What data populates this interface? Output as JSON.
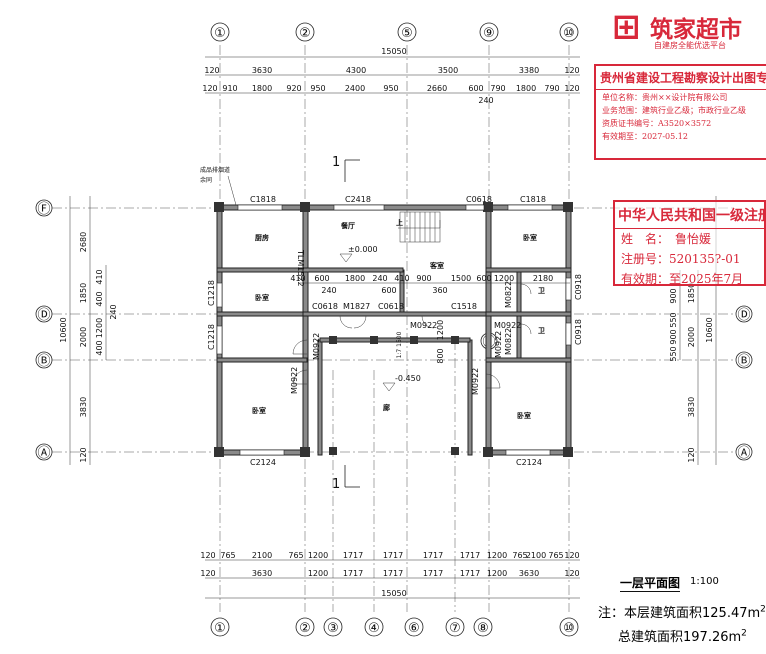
{
  "axes_top": [
    "①",
    "②",
    "⑤",
    "⑨",
    "⑩"
  ],
  "axes_bottom": [
    "①",
    "②",
    "③",
    "④",
    "⑥",
    "⑦",
    "⑧",
    "⑩"
  ],
  "axes_side": [
    "Ⓕ",
    "Ⓓ",
    "Ⓑ",
    "Ⓐ"
  ],
  "axis_c": "Ⓒ",
  "dims": {
    "total": "15050",
    "top_row1": [
      "120",
      "3630",
      "4300",
      "3500",
      "3380",
      "120"
    ],
    "top_row2": [
      "120",
      "910",
      "1800",
      "920",
      "950",
      "2400",
      "950",
      "2660",
      "600",
      "790",
      "1800",
      "790",
      "120"
    ],
    "top_extra": "240",
    "mid_row": [
      "410",
      "600",
      "1800",
      "240",
      "600",
      "410",
      "900",
      "1500",
      "600",
      "1200",
      "2180"
    ],
    "bottom_row1": [
      "120",
      "765",
      "2100",
      "765",
      "1200",
      "1717",
      "1717",
      "1717",
      "1717",
      "1200",
      "765",
      "2100",
      "765",
      "120"
    ],
    "bottom_row2": [
      "120",
      "3630",
      "1200",
      "1717",
      "1717",
      "1717",
      "1717",
      "1200",
      "3630",
      "120"
    ],
    "left_outer": "10600",
    "left_mid": [
      "2680",
      "1850",
      "2000",
      "3830"
    ],
    "left_inner": [
      "410",
      "240",
      "400",
      "1200",
      "400"
    ],
    "right_outer": "10600",
    "right_mid": [
      "1850",
      "2000",
      "3830"
    ],
    "right_inner": [
      "900",
      "550",
      "900",
      "550"
    ],
    "bottom_side": [
      "120",
      "120"
    ],
    "misc": [
      "240",
      "240",
      "360",
      "800",
      "1200",
      "1500",
      "900"
    ]
  },
  "windows": [
    "C1818",
    "C2418",
    "C0618",
    "C1818",
    "C1218",
    "C1218",
    "C2124",
    "C2124",
    "C0918",
    "C0918",
    "C0618",
    "C0618",
    "C1518"
  ],
  "doors": [
    "M1827",
    "M0922",
    "M0922",
    "M0922",
    "M0922",
    "M0922",
    "M0922",
    "M0822",
    "M0822",
    "TLM1522"
  ],
  "rooms": {
    "kitchen": "厨房",
    "dining": "餐厅",
    "bed1": "卧室",
    "bed2": "卧室",
    "bed3": "卧室",
    "bed4": "卧室",
    "guest": "客室",
    "corridor": "廊",
    "wc1": "卫",
    "wc2": "卫"
  },
  "labels": {
    "elev1": "±0.000",
    "elev2": "-0.450",
    "stair_up": "上",
    "section1": "1",
    "section2": "1",
    "gas_note_l1": "成品排烟道",
    "gas_note_l2": "余同",
    "ramp": "1:7 1500"
  },
  "logo": {
    "name": "筑家超市",
    "slogan": "自建房全能优选平台"
  },
  "stamp1": {
    "title": "贵州省建设工程勘察设计出图专用",
    "rows": [
      "单位名称：贵州××设计院有限公司",
      "业务范围：建筑行业乙级；市政行业乙级",
      "资质证书编号：A3520×3572",
      "有效期至：2027-05.12"
    ]
  },
  "stamp2": {
    "title": "中华人民共和国一级注册建筑师",
    "name": "姓　名：　鲁怡媛",
    "reg": "注册号：520135?-01",
    "valid": "有效期：至2025年7月"
  },
  "legend": {
    "title": "一层平面图",
    "scale": "1:100",
    "area1": "注：本层建筑面积125.47m",
    "area2": "总建筑面积197.26m",
    "sup": "2"
  }
}
